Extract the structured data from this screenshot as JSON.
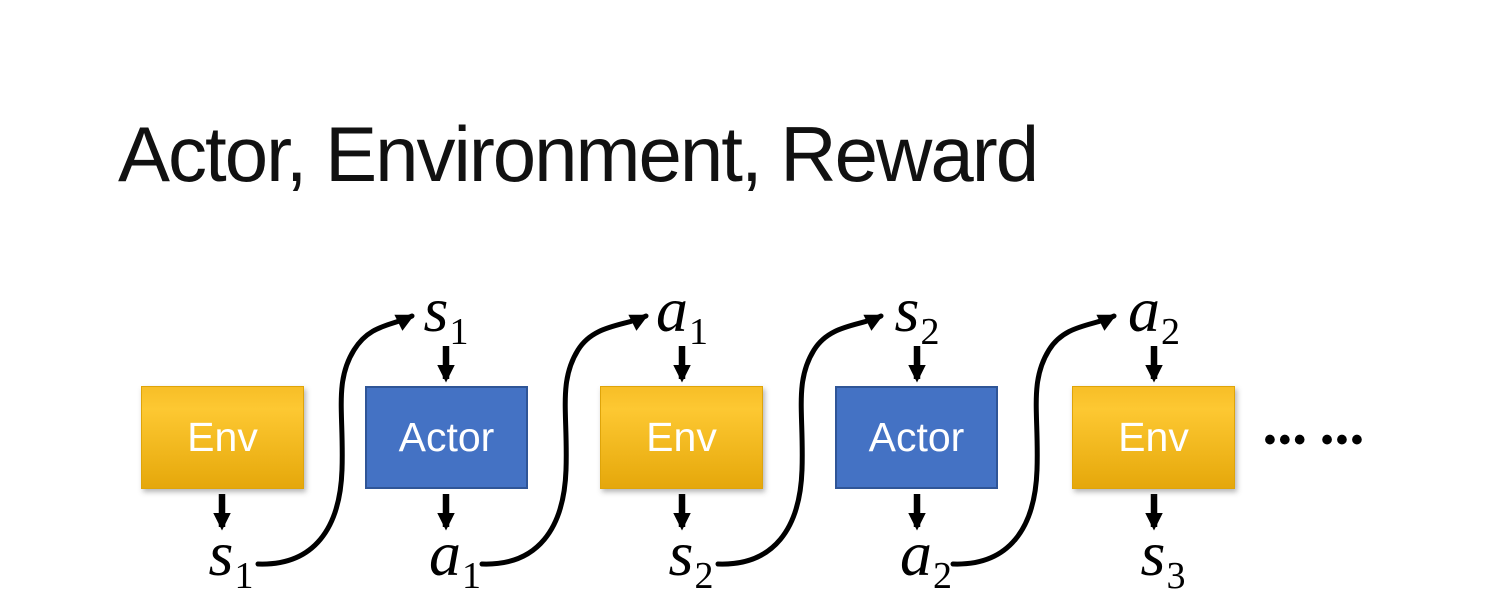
{
  "title": "Actor, Environment, Reward",
  "diagram": {
    "columns": [
      {
        "box": "Env",
        "type": "env",
        "top_var": "",
        "top_sub": "",
        "bottom_var": "s",
        "bottom_sub": "1"
      },
      {
        "box": "Actor",
        "type": "actor",
        "top_var": "s",
        "top_sub": "1",
        "bottom_var": "a",
        "bottom_sub": "1"
      },
      {
        "box": "Env",
        "type": "env",
        "top_var": "a",
        "top_sub": "1",
        "bottom_var": "s",
        "bottom_sub": "2"
      },
      {
        "box": "Actor",
        "type": "actor",
        "top_var": "s",
        "top_sub": "2",
        "bottom_var": "a",
        "bottom_sub": "2"
      },
      {
        "box": "Env",
        "type": "env",
        "top_var": "a",
        "top_sub": "2",
        "bottom_var": "s",
        "bottom_sub": "3"
      }
    ],
    "ellipsis": "••• •••"
  },
  "colors": {
    "env_gradient_top": "#F7BE27",
    "env_gradient_mid": "#FDC832",
    "env_gradient_bottom": "#E5A70C",
    "actor_fill": "#4472C4",
    "actor_border": "#2F5597",
    "arrow": "#000000",
    "box_text": "#FFFFFF",
    "title_text": "#111111"
  }
}
